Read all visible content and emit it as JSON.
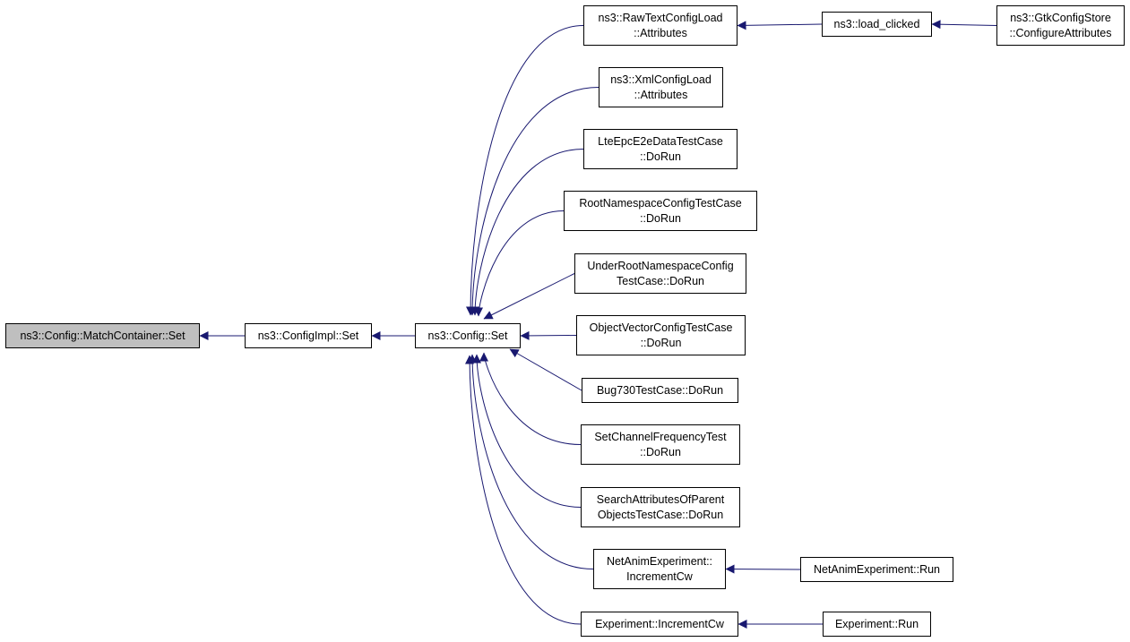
{
  "graph": {
    "edge_color": "#191970",
    "focus_fill": "#bfbfbf",
    "nodes": [
      {
        "id": "n0",
        "lines": [
          "ns3::Config::MatchContainer::Set"
        ],
        "focus": true
      },
      {
        "id": "n1",
        "lines": [
          "ns3::ConfigImpl::Set"
        ]
      },
      {
        "id": "n2",
        "lines": [
          "ns3::Config::Set"
        ]
      },
      {
        "id": "n3",
        "lines": [
          "ns3::RawTextConfigLoad",
          "::Attributes"
        ]
      },
      {
        "id": "n4",
        "lines": [
          "ns3::XmlConfigLoad",
          "::Attributes"
        ]
      },
      {
        "id": "n5",
        "lines": [
          "LteEpcE2eDataTestCase",
          "::DoRun"
        ]
      },
      {
        "id": "n6",
        "lines": [
          "RootNamespaceConfigTestCase",
          "::DoRun"
        ]
      },
      {
        "id": "n7",
        "lines": [
          "UnderRootNamespaceConfig",
          "TestCase::DoRun"
        ]
      },
      {
        "id": "n8",
        "lines": [
          "ObjectVectorConfigTestCase",
          "::DoRun"
        ]
      },
      {
        "id": "n9",
        "lines": [
          "Bug730TestCase::DoRun"
        ]
      },
      {
        "id": "n10",
        "lines": [
          "SetChannelFrequencyTest",
          "::DoRun"
        ]
      },
      {
        "id": "n11",
        "lines": [
          "SearchAttributesOfParent",
          "ObjectsTestCase::DoRun"
        ]
      },
      {
        "id": "n12",
        "lines": [
          "NetAnimExperiment::",
          "IncrementCw"
        ]
      },
      {
        "id": "n13",
        "lines": [
          "Experiment::IncrementCw"
        ]
      },
      {
        "id": "n14",
        "lines": [
          "ns3::load_clicked"
        ]
      },
      {
        "id": "n15",
        "lines": [
          "ns3::GtkConfigStore",
          "::ConfigureAttributes"
        ]
      },
      {
        "id": "n16",
        "lines": [
          "NetAnimExperiment::Run"
        ]
      },
      {
        "id": "n17",
        "lines": [
          "Experiment::Run"
        ]
      }
    ],
    "edges": [
      {
        "from": "n1",
        "to": "n0"
      },
      {
        "from": "n2",
        "to": "n1"
      },
      {
        "from": "n3",
        "to": "n2"
      },
      {
        "from": "n4",
        "to": "n2"
      },
      {
        "from": "n5",
        "to": "n2"
      },
      {
        "from": "n6",
        "to": "n2"
      },
      {
        "from": "n7",
        "to": "n2"
      },
      {
        "from": "n8",
        "to": "n2"
      },
      {
        "from": "n9",
        "to": "n2"
      },
      {
        "from": "n10",
        "to": "n2"
      },
      {
        "from": "n11",
        "to": "n2"
      },
      {
        "from": "n12",
        "to": "n2"
      },
      {
        "from": "n13",
        "to": "n2"
      },
      {
        "from": "n14",
        "to": "n3"
      },
      {
        "from": "n15",
        "to": "n14"
      },
      {
        "from": "n16",
        "to": "n12"
      },
      {
        "from": "n17",
        "to": "n13"
      }
    ]
  }
}
